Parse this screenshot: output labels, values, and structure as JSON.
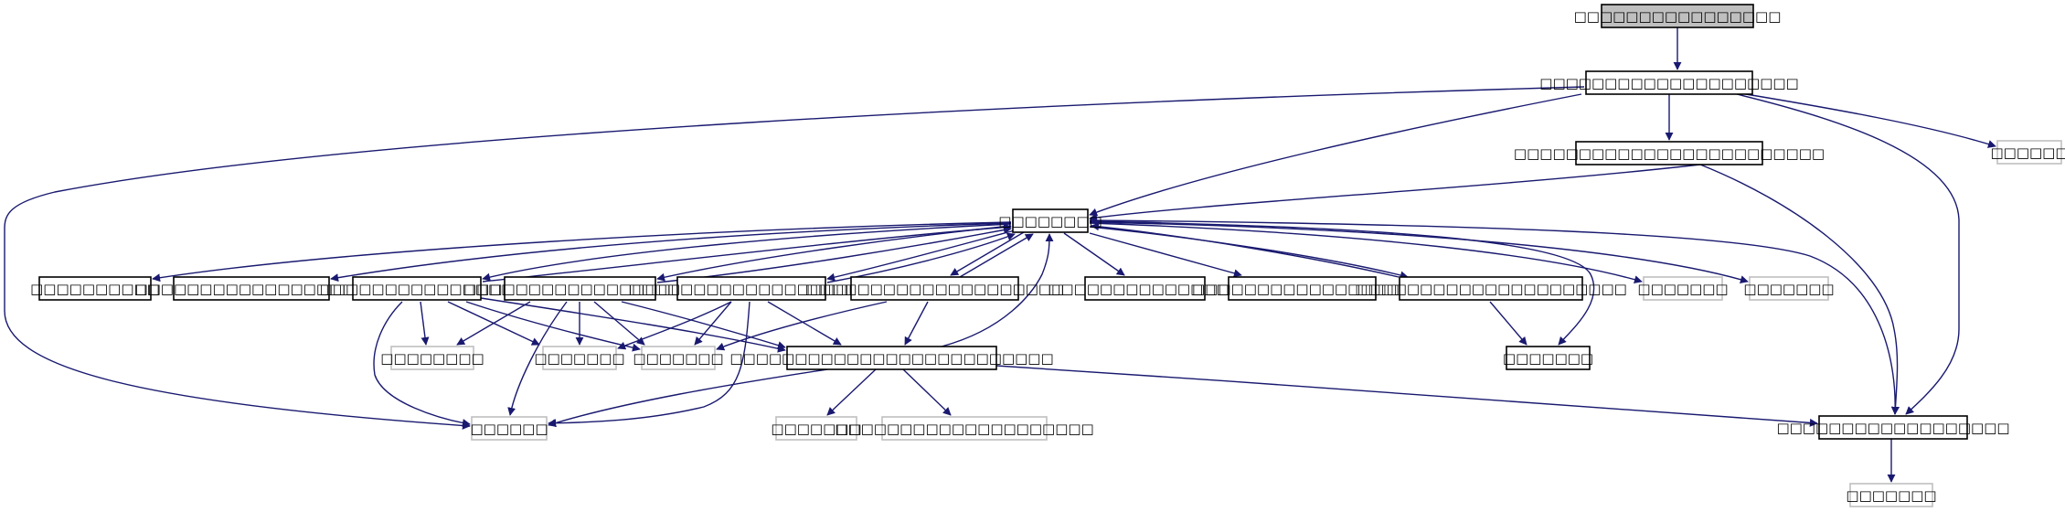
{
  "colors": {
    "edge": "#191970",
    "node_border_solid": "#000000",
    "node_border_external": "#bfbfbf",
    "root_fill": "#bfbfbf",
    "node_fill": "#ffffff"
  },
  "nodes": [
    {
      "id": "n_root",
      "label": "□□□□□□□□□□□□□□□□",
      "style": "root"
    },
    {
      "id": "n_main",
      "label": "□□□□□□□□□□□□□□□□□□□□",
      "style": "solid"
    },
    {
      "id": "n_rt1",
      "label": "□□□□□□",
      "style": "external"
    },
    {
      "id": "n_mid",
      "label": "□□□□□□□□□□□□□□□□□□□□□□□□",
      "style": "solid"
    },
    {
      "id": "n_hub",
      "label": "□□□□□□□□",
      "style": "solid"
    },
    {
      "id": "n_a1",
      "label": "□□□□□□□□□□",
      "style": "solid"
    },
    {
      "id": "n_a2",
      "label": "□□□□□□□□□□□□□□□□□□",
      "style": "solid"
    },
    {
      "id": "n_a3",
      "label": "□□□□□□□□□□□□□□□",
      "style": "solid"
    },
    {
      "id": "n_a4",
      "label": "□□□□□□□□□□□□□□□□□□",
      "style": "solid"
    },
    {
      "id": "n_a5",
      "label": "□□□□□□□□□□□□□□□□□□□",
      "style": "solid"
    },
    {
      "id": "n_a6",
      "label": "□□□□□□□□□□□□□□□□□□□□",
      "style": "solid"
    },
    {
      "id": "n_a7",
      "label": "□□□□□□□□□□□□□□□",
      "style": "solid"
    },
    {
      "id": "n_a8",
      "label": "□□□□□□□□□□□□□□□□□",
      "style": "solid"
    },
    {
      "id": "n_a9",
      "label": "□□□□□□□□□□□□□□□□□□□□□",
      "style": "solid"
    },
    {
      "id": "n_e1",
      "label": "□□□□□□□",
      "style": "external"
    },
    {
      "id": "n_e2",
      "label": "□□□□□□□",
      "style": "external"
    },
    {
      "id": "n_b1",
      "label": "□□□□□□□□",
      "style": "external"
    },
    {
      "id": "n_b2",
      "label": "□□□□□□□",
      "style": "external"
    },
    {
      "id": "n_b3",
      "label": "□□□□□□□",
      "style": "external"
    },
    {
      "id": "n_big",
      "label": "□□□□□□□□□□□□□□□□□□□□□□□□□",
      "style": "solid"
    },
    {
      "id": "n_b5",
      "label": "□□□□□□□",
      "style": "solid"
    },
    {
      "id": "n_c1",
      "label": "□□□□□□",
      "style": "external"
    },
    {
      "id": "n_c2",
      "label": "□□□□□□□",
      "style": "external"
    },
    {
      "id": "n_c3",
      "label": "□□□□□□□□□□□□□□□□□□□□",
      "style": "external"
    },
    {
      "id": "n_c4",
      "label": "□□□□□□□□□□□□□□□□□□",
      "style": "solid"
    },
    {
      "id": "n_d1",
      "label": "□□□□□□□",
      "style": "external"
    }
  ],
  "edges": [
    {
      "from": "n_root",
      "to": "n_main"
    },
    {
      "from": "n_main",
      "to": "n_mid"
    },
    {
      "from": "n_main",
      "to": "n_rt1"
    },
    {
      "from": "n_main",
      "to": "n_hub"
    },
    {
      "from": "n_main",
      "to": "n_c4"
    },
    {
      "from": "n_main",
      "to": "n_c1"
    },
    {
      "from": "n_mid",
      "to": "n_hub"
    },
    {
      "from": "n_mid",
      "to": "n_c4"
    },
    {
      "from": "n_hub",
      "to": "n_a1"
    },
    {
      "from": "n_hub",
      "to": "n_a2"
    },
    {
      "from": "n_hub",
      "to": "n_a3"
    },
    {
      "from": "n_hub",
      "to": "n_a4"
    },
    {
      "from": "n_hub",
      "to": "n_a5"
    },
    {
      "from": "n_hub",
      "to": "n_a6"
    },
    {
      "from": "n_hub",
      "to": "n_a7"
    },
    {
      "from": "n_hub",
      "to": "n_a8"
    },
    {
      "from": "n_hub",
      "to": "n_a9"
    },
    {
      "from": "n_hub",
      "to": "n_e1"
    },
    {
      "from": "n_hub",
      "to": "n_e2"
    },
    {
      "from": "n_hub",
      "to": "n_b5"
    },
    {
      "from": "n_hub",
      "to": "n_c4"
    },
    {
      "from": "n_a3",
      "to": "n_hub"
    },
    {
      "from": "n_a4",
      "to": "n_hub"
    },
    {
      "from": "n_a5",
      "to": "n_hub"
    },
    {
      "from": "n_a6",
      "to": "n_hub"
    },
    {
      "from": "n_a9",
      "to": "n_hub"
    },
    {
      "from": "n_big",
      "to": "n_hub"
    },
    {
      "from": "n_a3",
      "to": "n_b1"
    },
    {
      "from": "n_a3",
      "to": "n_b2"
    },
    {
      "from": "n_a3",
      "to": "n_b3"
    },
    {
      "from": "n_a3",
      "to": "n_big"
    },
    {
      "from": "n_a3",
      "to": "n_c1"
    },
    {
      "from": "n_a4",
      "to": "n_b1"
    },
    {
      "from": "n_a4",
      "to": "n_b2"
    },
    {
      "from": "n_a4",
      "to": "n_b3"
    },
    {
      "from": "n_a4",
      "to": "n_big"
    },
    {
      "from": "n_a4",
      "to": "n_c1"
    },
    {
      "from": "n_a5",
      "to": "n_b2"
    },
    {
      "from": "n_a5",
      "to": "n_b3"
    },
    {
      "from": "n_a5",
      "to": "n_big"
    },
    {
      "from": "n_a5",
      "to": "n_c1"
    },
    {
      "from": "n_a6",
      "to": "n_b3"
    },
    {
      "from": "n_a6",
      "to": "n_big"
    },
    {
      "from": "n_a9",
      "to": "n_b5"
    },
    {
      "from": "n_big",
      "to": "n_c1"
    },
    {
      "from": "n_big",
      "to": "n_c2"
    },
    {
      "from": "n_big",
      "to": "n_c3"
    },
    {
      "from": "n_big",
      "to": "n_c4"
    },
    {
      "from": "n_c4",
      "to": "n_d1"
    }
  ]
}
